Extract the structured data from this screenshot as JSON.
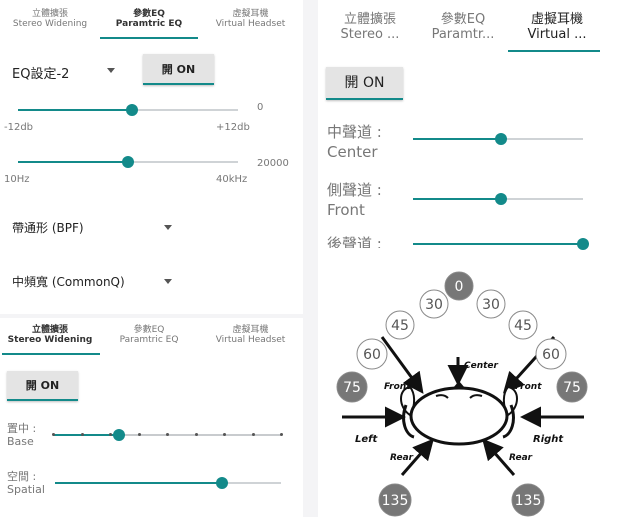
{
  "colors": {
    "accent": "#138a8a",
    "track": "#cfd3d6",
    "button_bg": "#e4e4e4",
    "dark_circle": "#777777"
  },
  "tabs": [
    {
      "zh": "立體擴張",
      "en": "Stereo Widening"
    },
    {
      "zh": "參數EQ",
      "en": "Paramtric EQ"
    },
    {
      "zh": "虛擬耳機",
      "en": "Virtual Headset"
    }
  ],
  "panel_eq": {
    "active_tab": 1,
    "preset": {
      "value": "EQ設定-2"
    },
    "on_button": "開 ON",
    "gain": {
      "value_label": "0",
      "min_label": "-12db",
      "max_label": "+12db",
      "fraction": 0.52
    },
    "freq": {
      "value_label": "20000",
      "min_label": "10Hz",
      "max_label": "40kHz",
      "fraction": 0.5
    },
    "filter_type": "帶通形 (BPF)",
    "q_width": "中頻寬 (CommonQ)"
  },
  "panel_stereo": {
    "active_tab": 0,
    "on_button": "開 ON",
    "center": {
      "zh": "置中 :",
      "en": "Base",
      "step": 2,
      "steps": 8
    },
    "spatial": {
      "zh": "空間 :",
      "en": "Spatial",
      "fraction": 0.74
    }
  },
  "panel_virtual": {
    "active_tab": 2,
    "tabs_truncated": [
      {
        "zh": "立體擴張",
        "en": "Stereo ..."
      },
      {
        "zh": "參數EQ",
        "en": "Paramtr..."
      },
      {
        "zh": "虛擬耳機",
        "en": "Virtual ..."
      }
    ],
    "on_button": "開 ON",
    "sliders": [
      {
        "zh": "中聲道 :",
        "en": "Center",
        "fraction": 0.52
      },
      {
        "zh": "側聲道 :",
        "en": "Front",
        "fraction": 0.52
      },
      {
        "zh": "後聲道 :",
        "en": "",
        "fraction": 1.0
      }
    ],
    "diagram": {
      "angles": [
        "0",
        "30",
        "30",
        "45",
        "45",
        "60",
        "60",
        "75",
        "75",
        "135",
        "135"
      ],
      "labels": {
        "center": "Center",
        "front_left": "Front",
        "front_right": "Front",
        "left": "Left",
        "right": "Right",
        "rear_left": "Rear",
        "rear_right": "Rear"
      }
    }
  }
}
